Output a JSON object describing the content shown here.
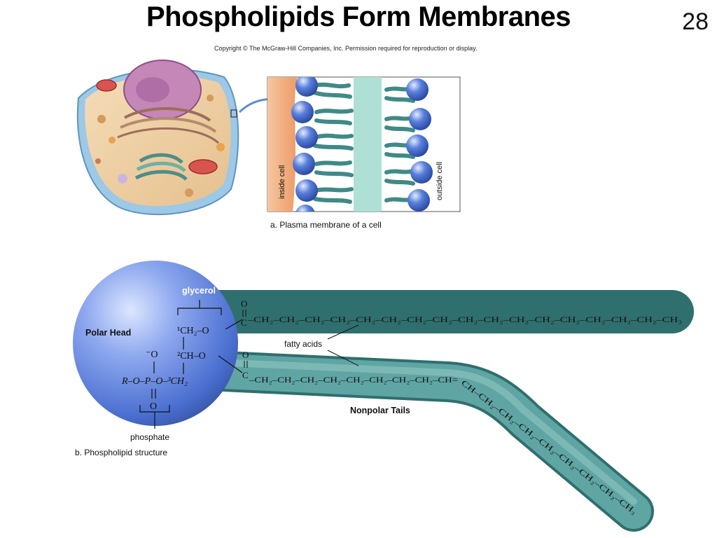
{
  "slide": {
    "title": "Phospholipids Form Membranes",
    "number": "28",
    "copyright": "Copyright © The McGraw-Hill Companies, Inc. Permission required for reproduction or display."
  },
  "panel_a": {
    "inside_label": "inside cell",
    "outside_label": "outside cell",
    "caption": "a. Plasma membrane of a cell"
  },
  "panel_b": {
    "glycerol_label": "glycerol",
    "polar_head_label": "Polar Head",
    "fatty_acids_label": "fatty acids",
    "nonpolar_tails_label": "Nonpolar Tails",
    "phosphate_label": "phosphate",
    "caption": "b.  Phospholipid structure",
    "formula": {
      "ch2_o_top": "¹CH₂–O",
      "ch_o": "²CH–O",
      "o_minus": "⁻O",
      "r_o_p_o_ch2": "R–O–P–O–³CH₂",
      "o_bottom": "O",
      "carbonyl_o": "O",
      "carbonyl_c": "C",
      "chain_top": "–CH₂–CH₂–CH₂–CH₂–CH₂–CH₂–CH₂–CH₂–CH₂–CH₂–CH₂–CH₂–CH₂–CH₂–CH₂–CH₂–CH₃",
      "chain_bottom_straight": "–CH₂–CH₂–CH₂–CH₂–CH₂–CH₂–CH₂–CH₂–CH=",
      "chain_bottom_bent": "CH–CH₂–CH₂–CH₂–CH₂–CH₂–CH₂–CH₂–CH₃"
    }
  },
  "colors": {
    "head_blue": "#4a6fd0",
    "tail_teal": "#5fa5a4",
    "inside_orange": "#f2a070"
  }
}
